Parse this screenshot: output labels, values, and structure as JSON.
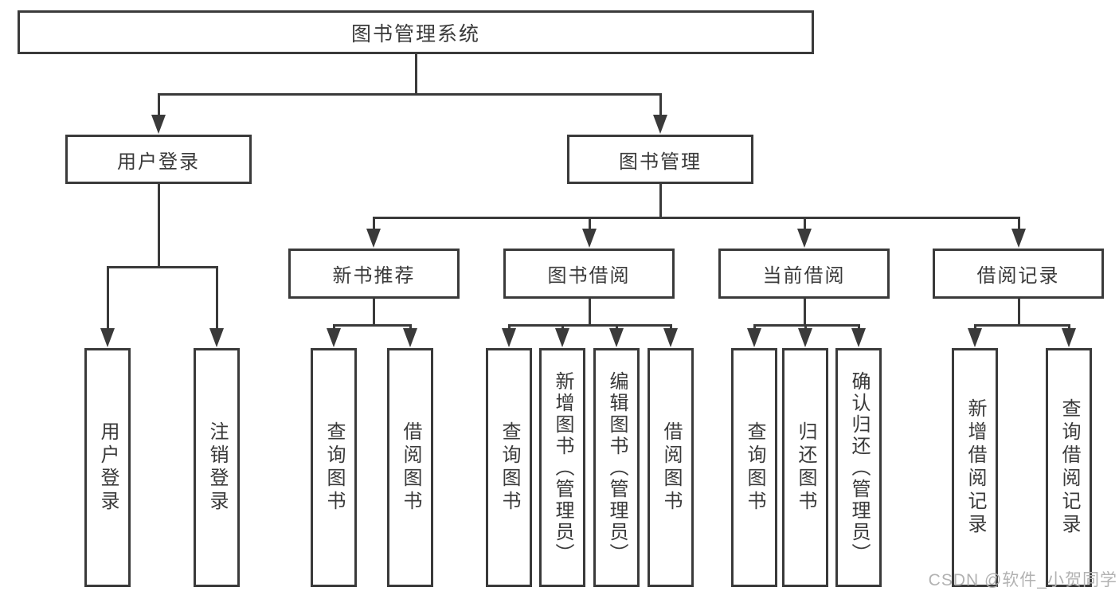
{
  "root": {
    "label": "图书管理系统"
  },
  "level2": [
    {
      "label": "用户登录"
    },
    {
      "label": "图书管理"
    }
  ],
  "level3": [
    {
      "label": "新书推荐"
    },
    {
      "label": "图书借阅"
    },
    {
      "label": "当前借阅"
    },
    {
      "label": "借阅记录"
    }
  ],
  "leaves": [
    {
      "label": "用户登录"
    },
    {
      "label": "注销登录"
    },
    {
      "label": "查询图书"
    },
    {
      "label": "借阅图书"
    },
    {
      "label": "查询图书"
    },
    {
      "label": "新增图书（管理员）"
    },
    {
      "label": "编辑图书（管理员）"
    },
    {
      "label": "借阅图书"
    },
    {
      "label": "查询图书"
    },
    {
      "label": "归还图书"
    },
    {
      "label": "确认归还（管理员）"
    },
    {
      "label": "新增借阅记录"
    },
    {
      "label": "查询借阅记录"
    }
  ],
  "watermark": "CSDN @软件_小贺同学",
  "colors": {
    "line": "#3a3a3a",
    "text": "#3a3a3a",
    "watermark": "#b2b2b2",
    "background": "#ffffff"
  }
}
